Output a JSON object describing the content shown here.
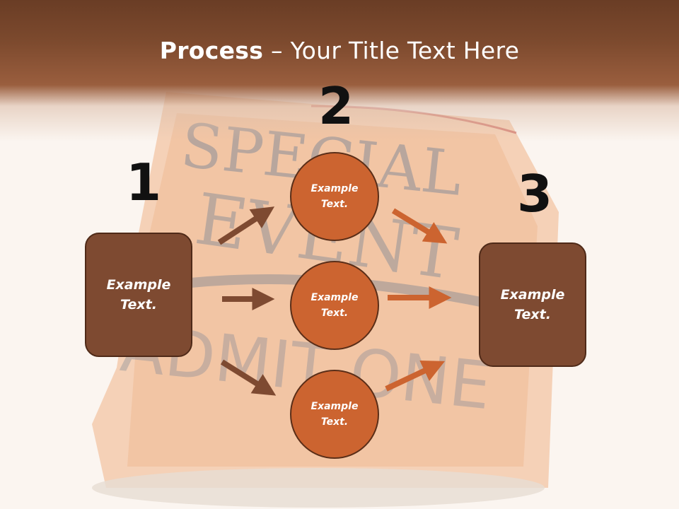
{
  "title": {
    "bold": "Process",
    "dash": "–",
    "rest": "Your Title Text Here"
  },
  "background": {
    "ticket_text": [
      "SPECIAL",
      "EVENT",
      "ADMIT ONE"
    ]
  },
  "steps": [
    {
      "number": "1",
      "text_line1": "Example",
      "text_line2": "Text."
    },
    {
      "number": "2"
    },
    {
      "number": "3",
      "text_line1": "Example",
      "text_line2": "Text."
    }
  ],
  "circles": [
    {
      "text_line1": "Example",
      "text_line2": "Text."
    },
    {
      "text_line1": "Example",
      "text_line2": "Text."
    },
    {
      "text_line1": "Example",
      "text_line2": "Text."
    }
  ],
  "colors": {
    "title_band": "#7d4a2e",
    "box_fill": "#7e4a31",
    "circle_fill": "#cc6430",
    "arrow_left": "#7e4a31",
    "arrow_right": "#cc6430"
  }
}
